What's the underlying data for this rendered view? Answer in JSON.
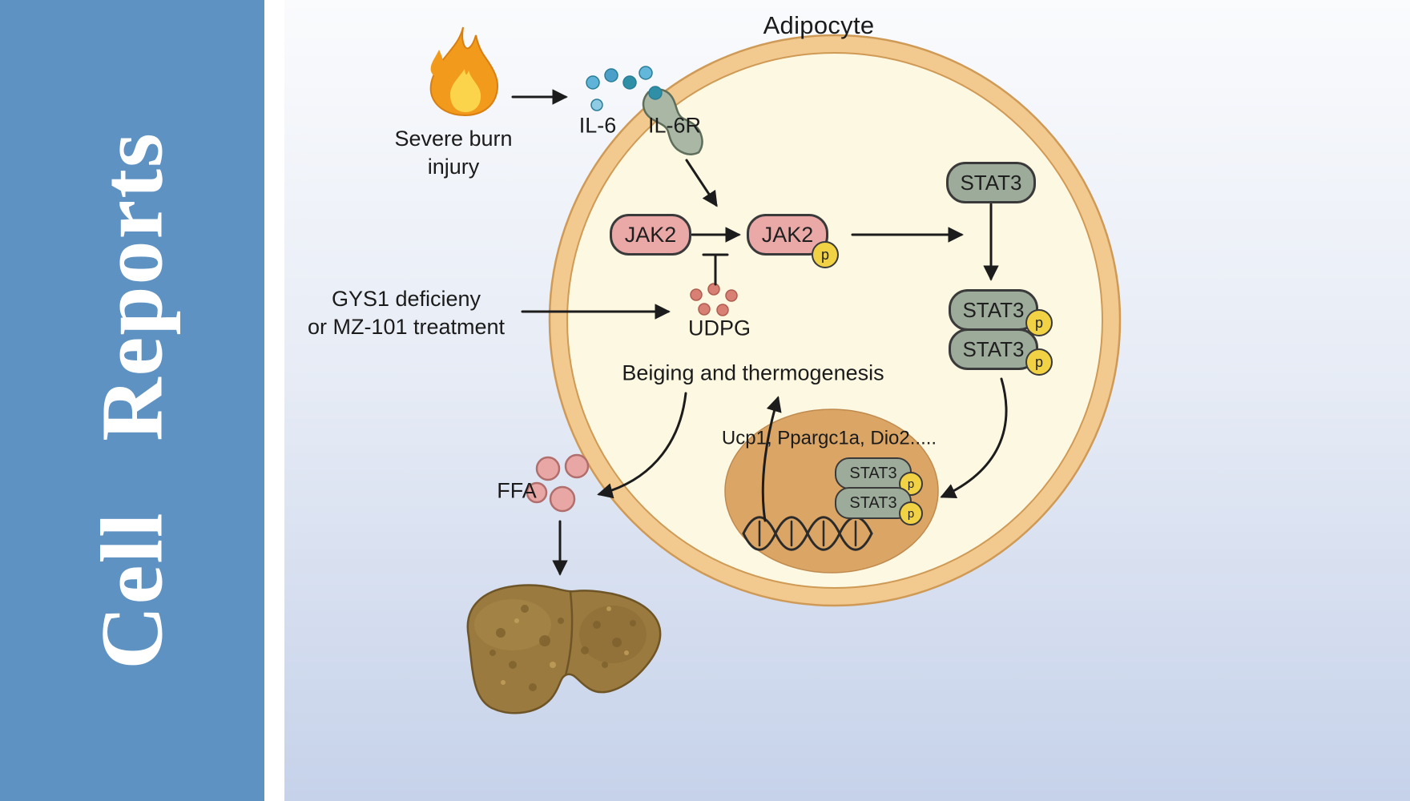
{
  "journal": {
    "name": "Cell Reports"
  },
  "figure": {
    "title": "Adipocyte",
    "labels": {
      "burn": "Severe burn\ninjury",
      "il6": "IL-6",
      "il6r": "IL-6R",
      "jak2": "JAK2",
      "stat3": "STAT3",
      "phospho": "p",
      "udpg": "UDPG",
      "gys1": "GYS1 deficieny\nor MZ-101 treatment",
      "beiging": "Beiging and thermogenesis",
      "genes": "Ucp1, Ppargc1a, Dio2.....",
      "ffa": "FFA"
    }
  },
  "colors": {
    "sidebar-blue": "#5e92c2",
    "panel-top": "#fafbfd",
    "panel-bottom": "#c6d2ea",
    "membrane": "#f2c98f",
    "membrane-line": "#cf9a55",
    "cytoplasm": "#fdf8e2",
    "nucleus": "#dba566",
    "jak2-pink": "#eaa9a7",
    "stat3-green": "#9dab9a",
    "phospho-yellow": "#f2d245",
    "arrow-dark": "#1c1c1c",
    "udpg-red": "#d88074",
    "ffa-pink": "#e8a6a4",
    "il6-blue": "#5fb3d9",
    "flame-orange": "#f29a1c",
    "flame-yellow": "#fcd44c",
    "liver-brown": "#9a7a3e",
    "liver-dark": "#6e5527"
  }
}
